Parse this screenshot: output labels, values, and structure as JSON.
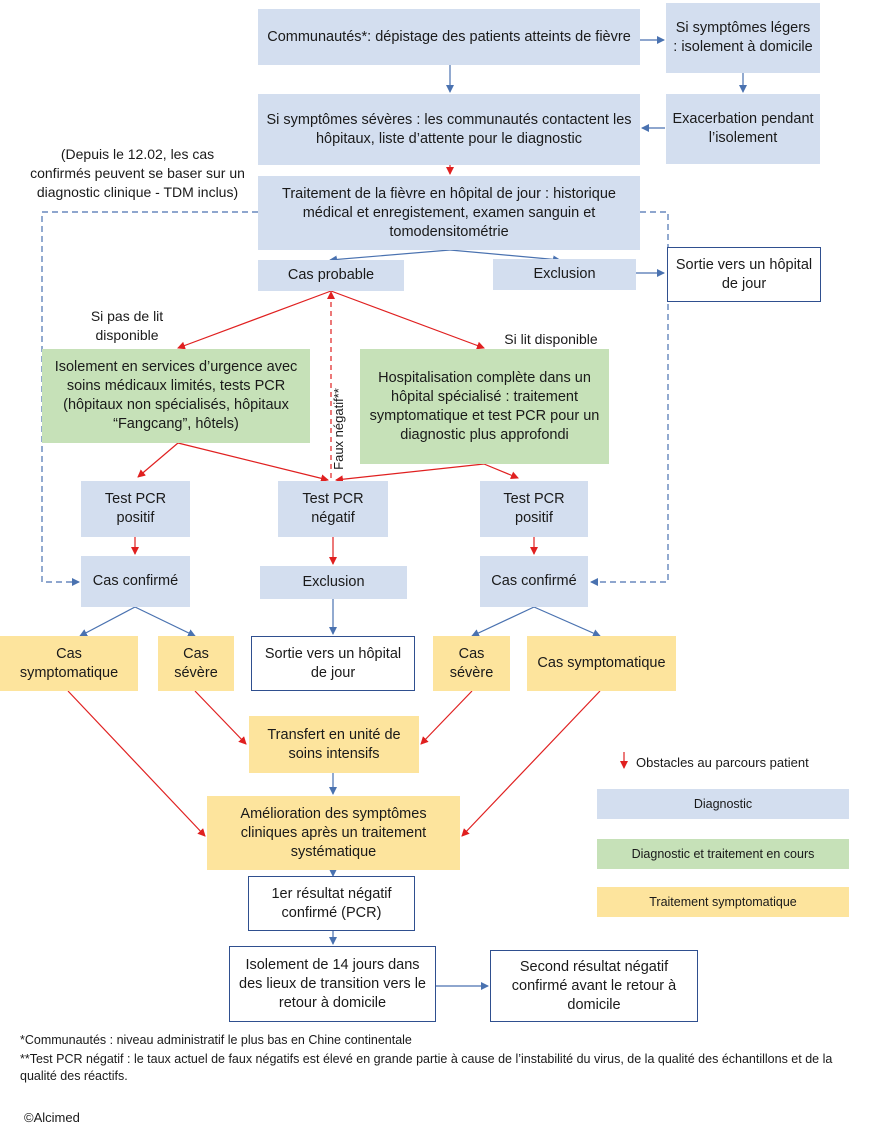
{
  "boxes": {
    "communautes": "Communautés*: dépistage des patients atteints de fièvre",
    "legers": "Si symptômes légers : isolement à domicile",
    "severes": "Si symptômes sévères : les communautés contactent les hôpitaux, liste d’attente pour le diagnostic",
    "exacerbation": "Exacerbation pendant l’isolement",
    "traitement_fievre": "Traitement de la fièvre en hôpital de jour : historique médical et enregistement, examen sanguin et tomodensitométrie",
    "cas_probable": "Cas probable",
    "exclusion_top": "Exclusion",
    "sortie_top": "Sortie vers un hôpital de jour",
    "isolement_urgence": "Isolement en services d’urgence avec soins médicaux limités, tests PCR (hôpitaux non spécialisés, hôpitaux “Fangcang”, hôtels)",
    "hospitalisation": "Hospitalisation complète dans un hôpital spécialisé : traitement symptomatique et test PCR pour un diagnostic plus approfondi",
    "pcr_pos_left": "Test PCR positif",
    "pcr_neg": "Test PCR négatif",
    "pcr_pos_right": "Test PCR positif",
    "confirme_left": "Cas confirmé",
    "exclusion_mid": "Exclusion",
    "confirme_right": "Cas confirmé",
    "symp_left": "Cas symptomatique",
    "severe_left": "Cas sévère",
    "sortie_mid": "Sortie vers un hôpital de jour",
    "severe_right": "Cas sévère",
    "symp_right": "Cas symptomatique",
    "transfert": "Transfert en unité de soins intensifs",
    "amelioration": "Amélioration des symptômes cliniques après un traitement systématique",
    "premier_negatif": "1er résultat négatif confirmé (PCR)",
    "isolement_14": "Isolement de 14 jours dans des lieux de transition vers le retour à domicile",
    "second_negatif": "Second résultat négatif confirmé avant le retour à domicile"
  },
  "labels": {
    "depuis": "(Depuis le 12.02, les cas confirmés peuvent se baser sur un diagnostic clinique - TDM inclus)",
    "pas_de_lit": "Si pas de lit disponible",
    "lit_dispo": "Si lit disponible",
    "faux_negatif": "Faux négatif**"
  },
  "legend": {
    "obstacles": "Obstacles au parcours patient",
    "diagnostic": "Diagnostic",
    "diag_traitement": "Diagnostic et traitement en cours",
    "traitement_symp": "Traitement symptomatique"
  },
  "notes": {
    "note1": "*Communautés : niveau administratif le plus bas en Chine continentale",
    "note2": "**Test PCR négatif  : le taux actuel de faux négatifs est élevé en grande partie à cause de l’instabilité du virus, de la qualité des échantillons et de la qualité des réactifs.",
    "copyright": "©Alcimed"
  },
  "colors": {
    "diagnostic": "#d3deef",
    "diag_traitement": "#c6e1b8",
    "traitement_symp": "#fde49d",
    "blue_arrow": "#4a72b0",
    "red_arrow": "#e02020",
    "box_border": "#2f4f8f"
  }
}
